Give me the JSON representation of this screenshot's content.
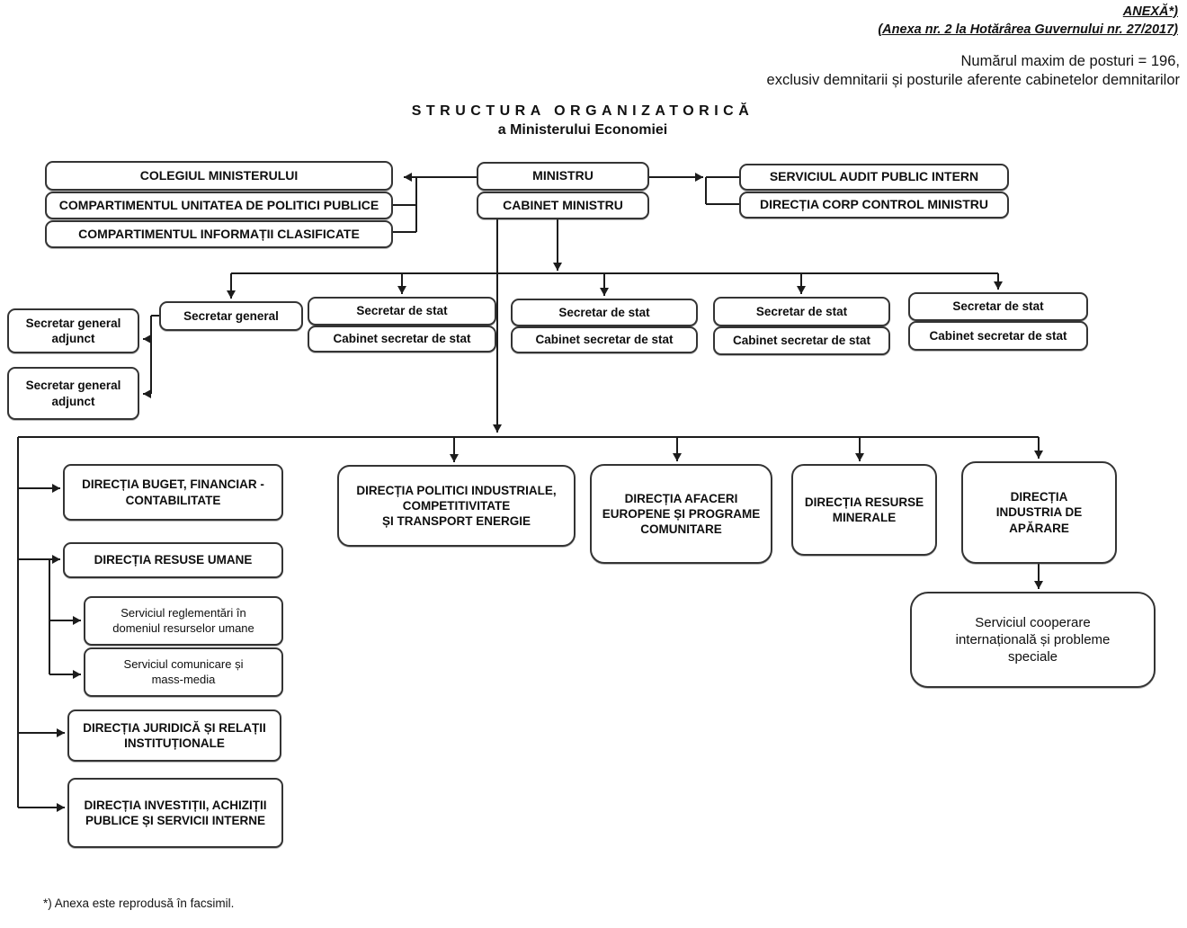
{
  "header": {
    "annex_line1": "ANEXĂ*)",
    "annex_line2": "(Anexa nr. 2 la Hotărârea Guvernului nr. 27/2017)",
    "posts_note_line1": "Numărul maxim de posturi = 196,",
    "posts_note_line2": "exclusiv demnitarii și posturile aferente cabinetelor demnitarilor"
  },
  "title": {
    "line1": "STRUCTURA ORGANIZATORICĂ",
    "line2": "a Ministerului Economiei"
  },
  "boxes": {
    "colegiul_ministerului": "COLEGIUL MINISTERULUI",
    "compartimentul_unitatea_politici_publice": "COMPARTIMENTUL UNITATEA DE POLITICI PUBLICE",
    "compartimentul_informatii_clasificate": "COMPARTIMENTUL INFORMAȚII CLASIFICATE",
    "ministru": "MINISTRU",
    "cabinet_ministru": "CABINET MINISTRU",
    "serviciul_audit_public_intern": "SERVICIUL AUDIT PUBLIC INTERN",
    "directia_corp_control_ministru": "DIRECȚIA CORP CONTROL MINISTRU",
    "secretar_general": "Secretar general",
    "secretar_general_adjunct": "Secretar general\nadjunct",
    "secretar_de_stat": "Secretar de stat",
    "cabinet_secretar_de_stat": "Cabinet secretar de stat",
    "directia_buget": "DIRECȚIA BUGET, FINANCIAR -\nCONTABILITATE",
    "directia_resuse_umane": "DIRECȚIA RESUSE UMANE",
    "serviciul_reglementari": "Serviciul reglementări în\ndomeniul resurselor umane",
    "serviciul_comunicare": "Serviciul comunicare și\nmass-media",
    "directia_juridica": "DIRECȚIA JURIDICĂ ȘI RELAȚII\nINSTITUȚIONALE",
    "directia_investitii": "DIRECȚIA INVESTIȚII, ACHIZIȚII\nPUBLICE ȘI SERVICII INTERNE",
    "directia_politici_industriale": "DIRECȚIA POLITICI INDUSTRIALE,\nCOMPETITIVITATE\nȘI TRANSPORT ENERGIE",
    "directia_afaceri_europene": "DIRECȚIA AFACERI\nEUROPENE ȘI PROGRAME\nCOMUNITARE",
    "directia_resurse_minerale": "DIRECȚIA RESURSE\nMINERALE",
    "directia_industria_aparare": "DIRECȚIA\nINDUSTRIA DE\nAPĂRARE",
    "serviciul_cooperare": "Serviciul cooperare\ninternațională și probleme\nspeciale"
  },
  "footnote": "*) Anexa este reprodusă în facsimil.",
  "colors": {
    "ink": "#111111",
    "line": "#1c1c1c",
    "background": "#ffffff"
  }
}
